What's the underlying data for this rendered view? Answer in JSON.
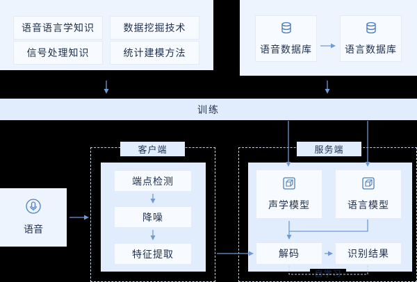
{
  "knowledge": {
    "items": [
      "语音语言学知识",
      "数据挖掘技术",
      "信号处理知识",
      "统计建模方法"
    ]
  },
  "databases": {
    "items": [
      "语音数据库",
      "语言数据库"
    ],
    "icon": "database-icon"
  },
  "training": {
    "label": "训练"
  },
  "client": {
    "title": "客户端",
    "steps": [
      "端点检测",
      "降噪",
      "特征提取"
    ]
  },
  "input": {
    "label": "语音",
    "icon": "microphone-icon"
  },
  "server": {
    "title": "服务端",
    "models": [
      "声学模型",
      "语言模型"
    ],
    "model_icon": "cube-icon",
    "decode": "解码",
    "result": "识别结果",
    "self_learning": "自学习"
  },
  "colors": {
    "panel": "#eef4fd",
    "accent": "#4a7ebf",
    "arrow": "#6e9ad6",
    "text": "#1f2f4f"
  }
}
